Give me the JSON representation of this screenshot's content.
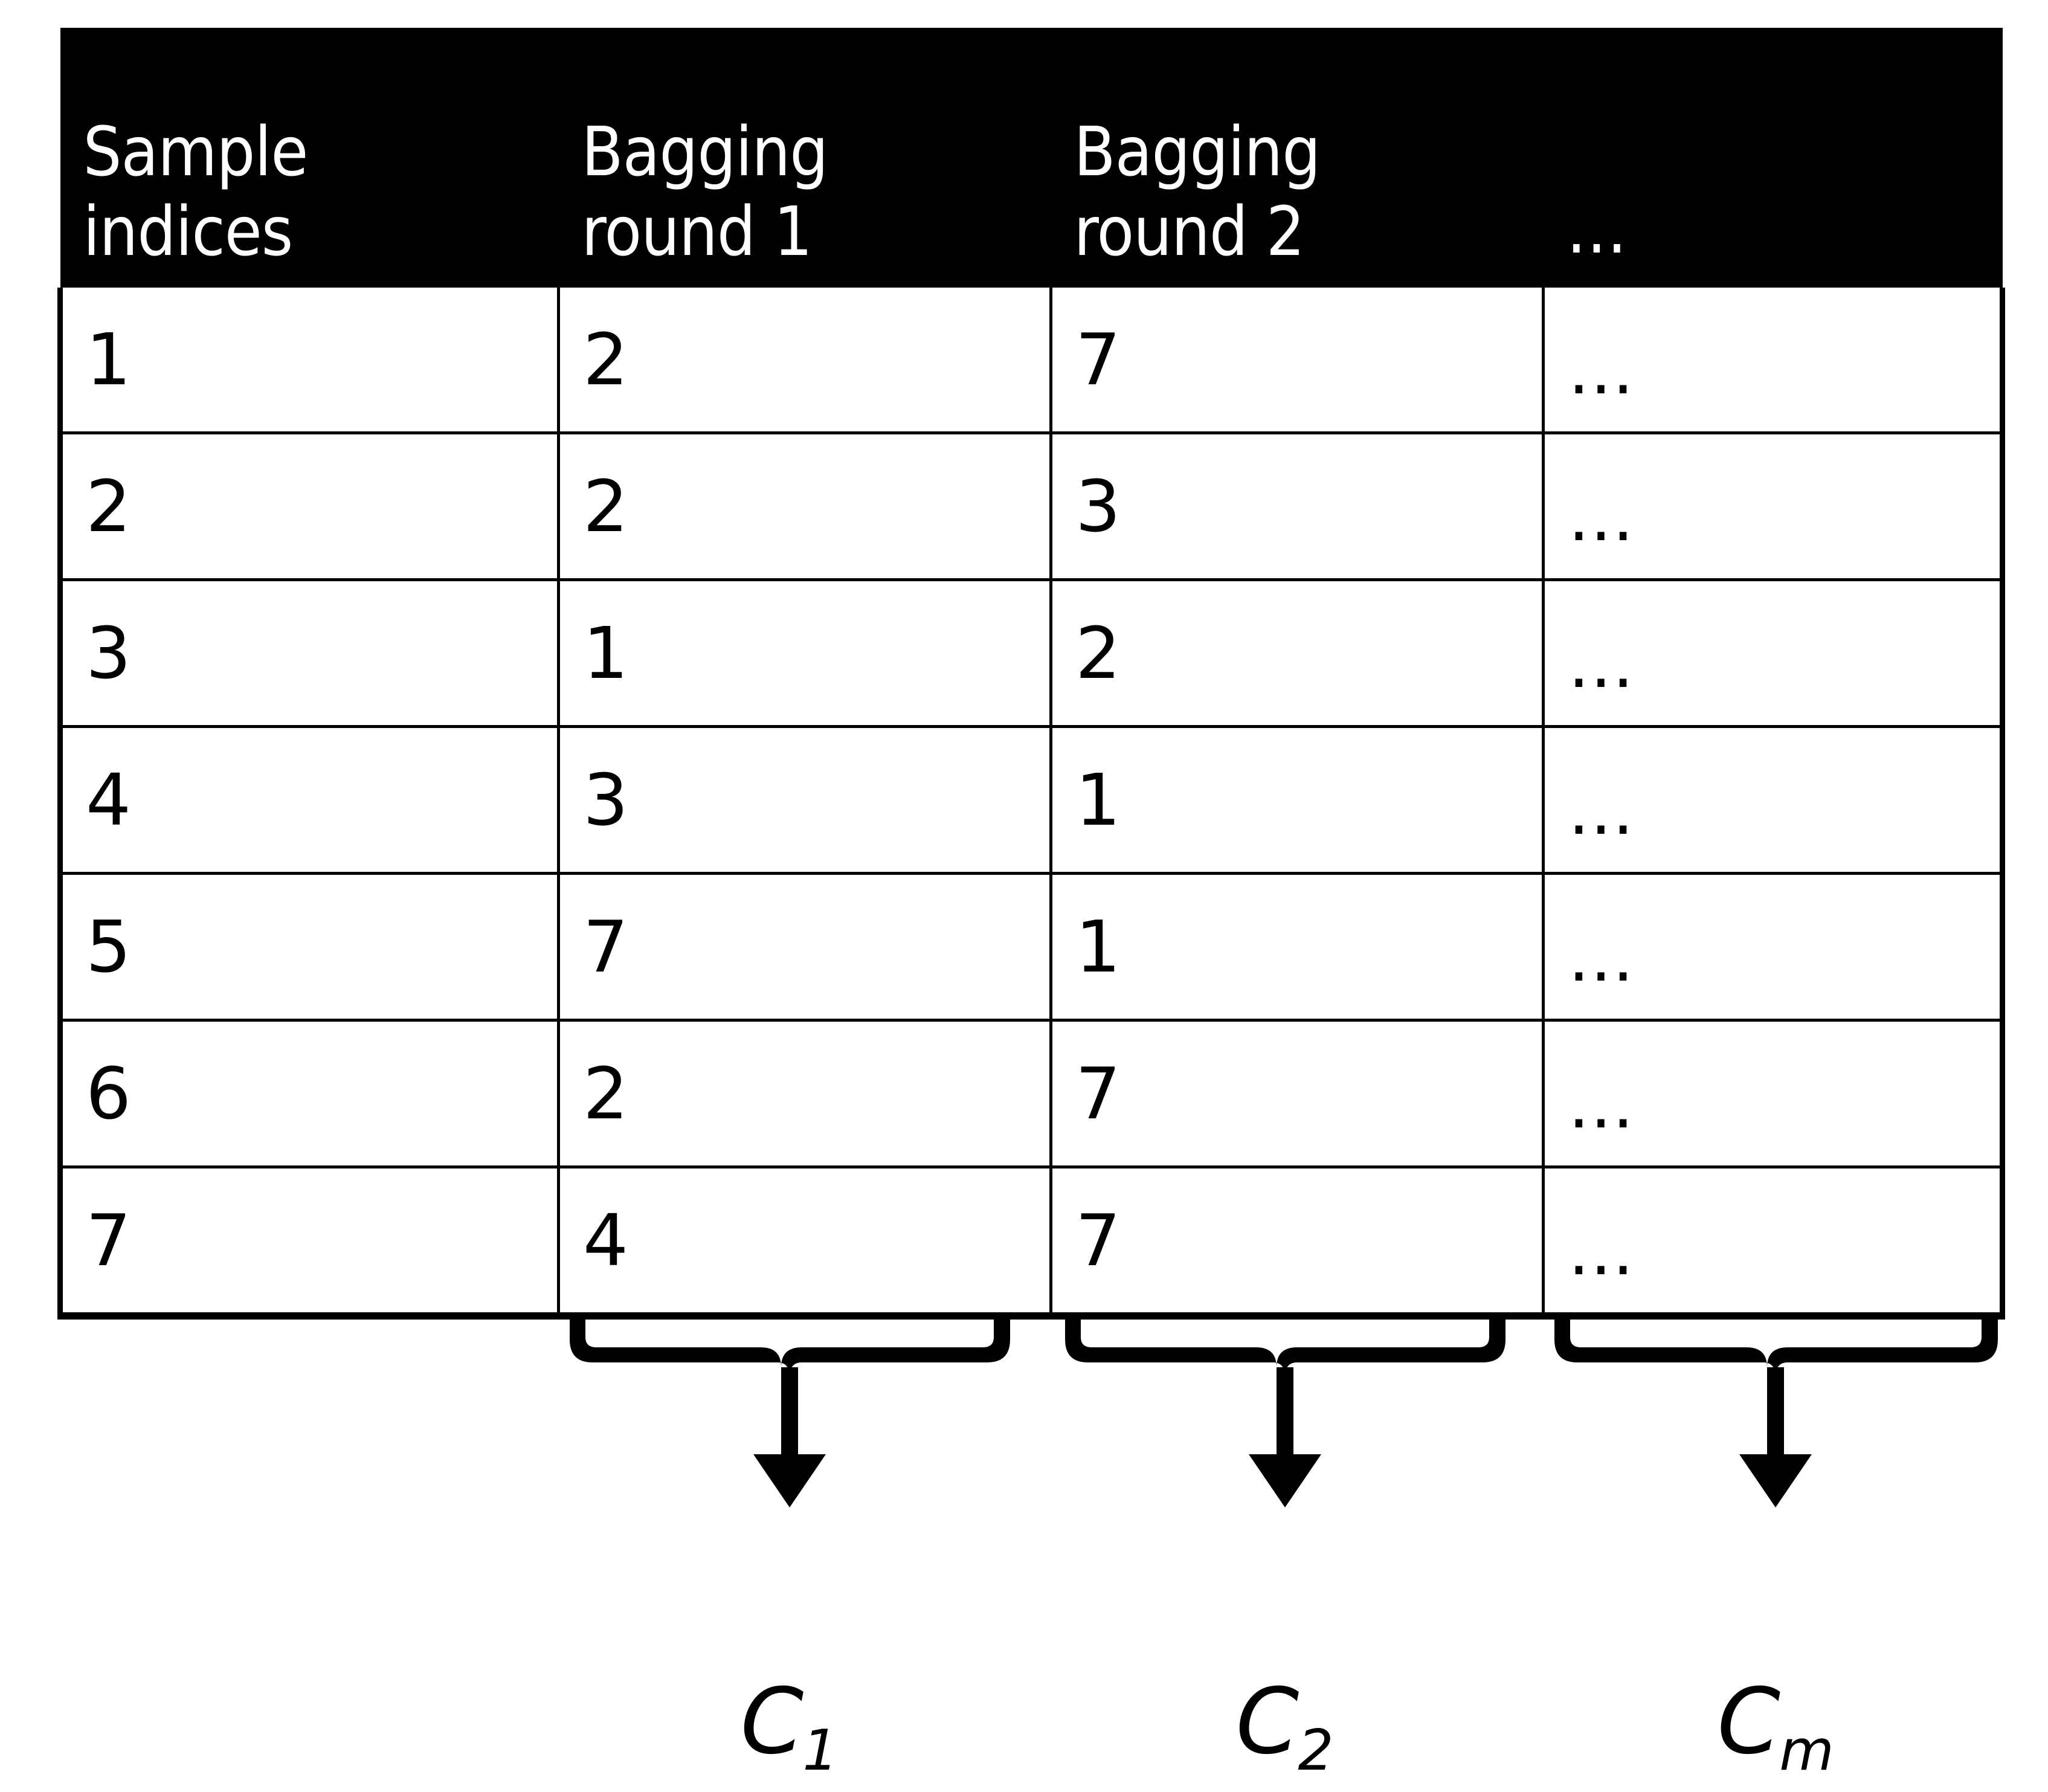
{
  "table": {
    "columns": [
      {
        "id": "sample-indices",
        "label": "Sample\nindices"
      },
      {
        "id": "bagging-round-1",
        "label": "Bagging\nround 1"
      },
      {
        "id": "bagging-round-2",
        "label": "Bagging\nround 2"
      },
      {
        "id": "more-rounds",
        "label": "…"
      }
    ],
    "rows": [
      {
        "sample_index": "1",
        "round1": "2",
        "round2": "7",
        "more": "…"
      },
      {
        "sample_index": "2",
        "round1": "2",
        "round2": "3",
        "more": "…"
      },
      {
        "sample_index": "3",
        "round1": "1",
        "round2": "2",
        "more": "…"
      },
      {
        "sample_index": "4",
        "round1": "3",
        "round2": "1",
        "more": "…"
      },
      {
        "sample_index": "5",
        "round1": "7",
        "round2": "1",
        "more": "…"
      },
      {
        "sample_index": "6",
        "round1": "2",
        "round2": "7",
        "more": "…"
      },
      {
        "sample_index": "7",
        "round1": "4",
        "round2": "7",
        "more": "…"
      }
    ]
  },
  "classifiers": [
    {
      "id": "classifier-1",
      "base": "C",
      "subscript": "1"
    },
    {
      "id": "classifier-2",
      "base": "C",
      "subscript": "2"
    },
    {
      "id": "classifier-m",
      "base": "C",
      "subscript": "m"
    }
  ],
  "colors": {
    "header_background": "#000000",
    "header_text": "#ffffff",
    "body_background": "#ffffff",
    "body_text": "#000000",
    "rule": "#000000"
  }
}
